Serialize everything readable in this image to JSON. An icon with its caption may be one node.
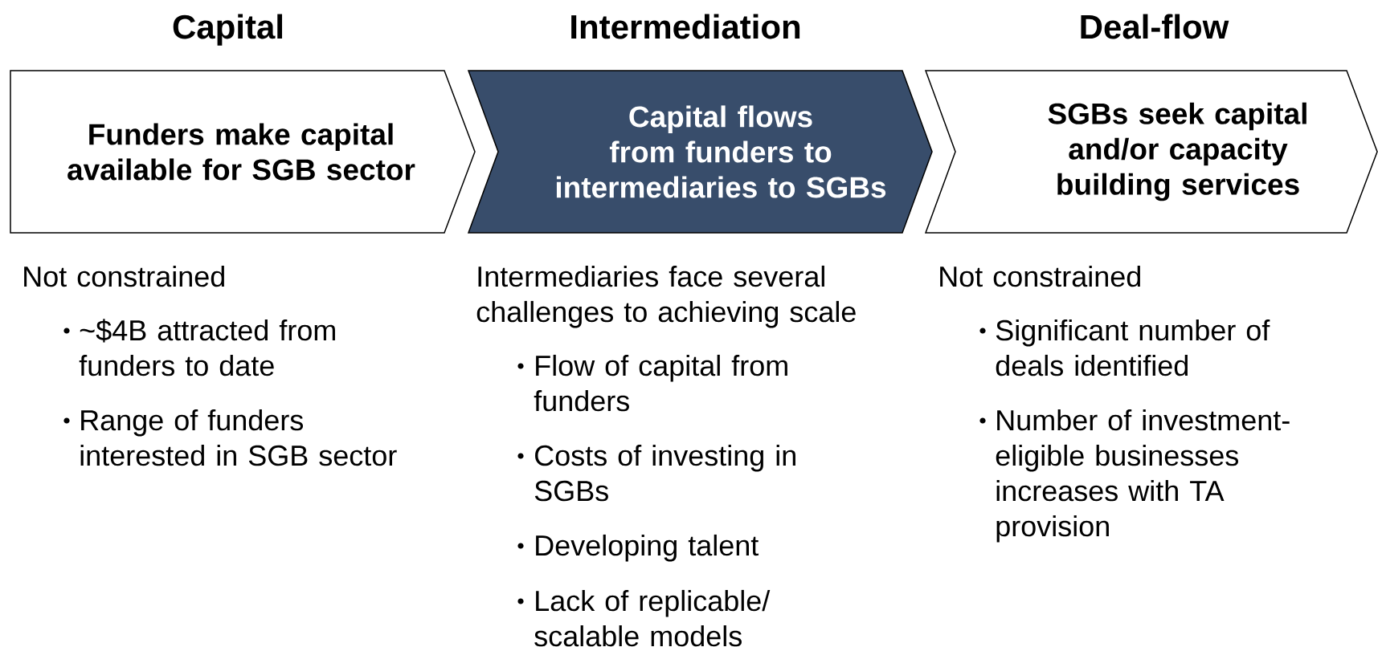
{
  "diagram": {
    "nodes": [
      {
        "text": [
          "Capital",
          "Funders make capital available for SGB sector"
        ]
      },
      {
        "text": [
          "Intermediation",
          "Capital flows from funders to intermediaries to SGBs"
        ]
      },
      {
        "text": [
          "Deal-flow",
          "SGBs seek capital and/or capacity building services"
        ]
      }
    ],
    "labels": [
      "Not constrained",
      "~$4B attracted from funders to date",
      "Range of funders interested in SGB sector",
      "Intermediaries face several challenges to achieving scale",
      "Flow of capital from funders",
      "Costs of investing in SGBs",
      "Developing talent",
      "Lack of replicable/ scalable models",
      "Not constrained",
      "Significant number of deals identified",
      "Number of investment-eligible businesses increases with TA provision"
    ]
  }
}
